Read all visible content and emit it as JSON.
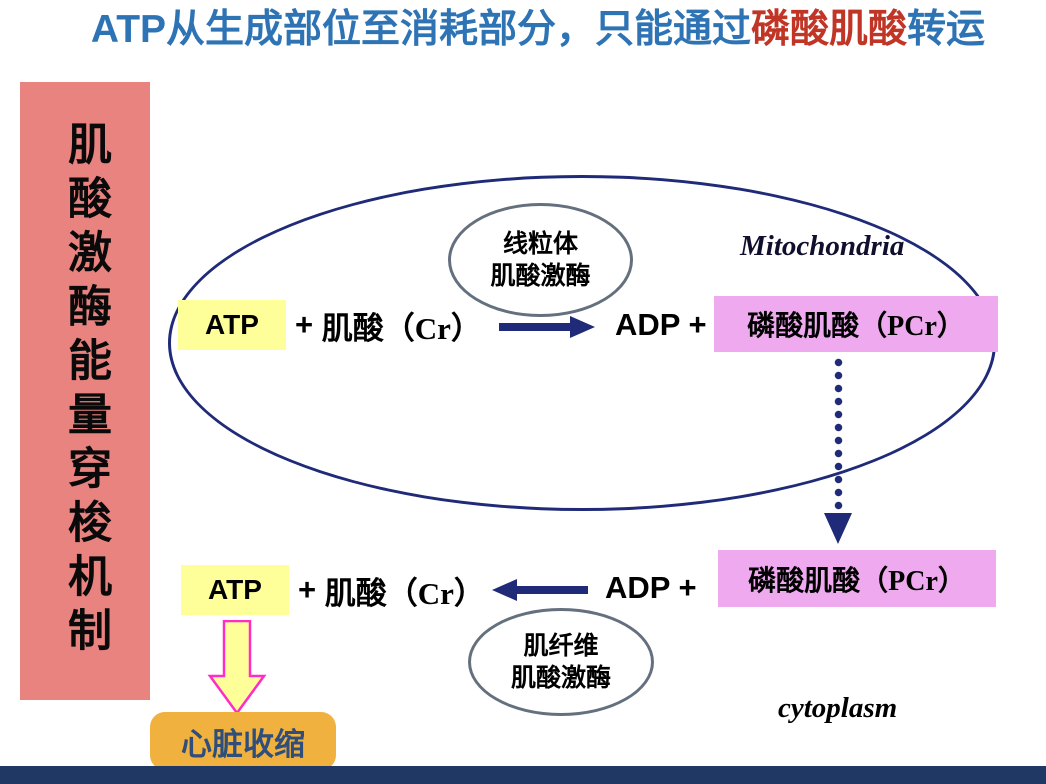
{
  "title": {
    "part1": "ATP从生成部位至消耗部分，只能通过",
    "highlight": "磷酸肌酸",
    "part2": "转运"
  },
  "sidebar": {
    "text": "肌酸激酶能量穿梭机制"
  },
  "mitochondria": {
    "region_label": "Mitochondria",
    "enzyme_oval": {
      "line1": "线粒体",
      "line2": "肌酸激酶"
    },
    "reaction": {
      "atp": "ATP",
      "plus": "+",
      "cr": "肌酸",
      "cr_suffix": "（Cr）",
      "adp": "ADP +",
      "pcr": "磷酸肌酸",
      "pcr_suffix": "（PCr）"
    }
  },
  "cytoplasm": {
    "region_label": "cytoplasm",
    "enzyme_oval": {
      "line1": "肌纤维",
      "line2": "肌酸激酶"
    },
    "reaction": {
      "atp": "ATP",
      "plus": "+",
      "cr": "肌酸",
      "cr_suffix": "（Cr）",
      "adp": "ADP +",
      "pcr": "磷酸肌酸",
      "pcr_suffix": "（PCr）"
    },
    "outcome": "心脏收缩"
  },
  "colors": {
    "title_blue": "#2E74B5",
    "title_red": "#C13527",
    "sidebar_pink": "#E8837F",
    "atp_yellow": "#FFFF99",
    "pcr_plum": "#EFA9EF",
    "outcome_orange": "#F0B13E",
    "navy": "#1F2A78",
    "oval_gray_stroke": "#64707E",
    "block_arrow_magenta": "#FF2CC8",
    "outcome_text_navy": "#2F4E7C",
    "bottom_bar_navy": "#1F3864"
  }
}
